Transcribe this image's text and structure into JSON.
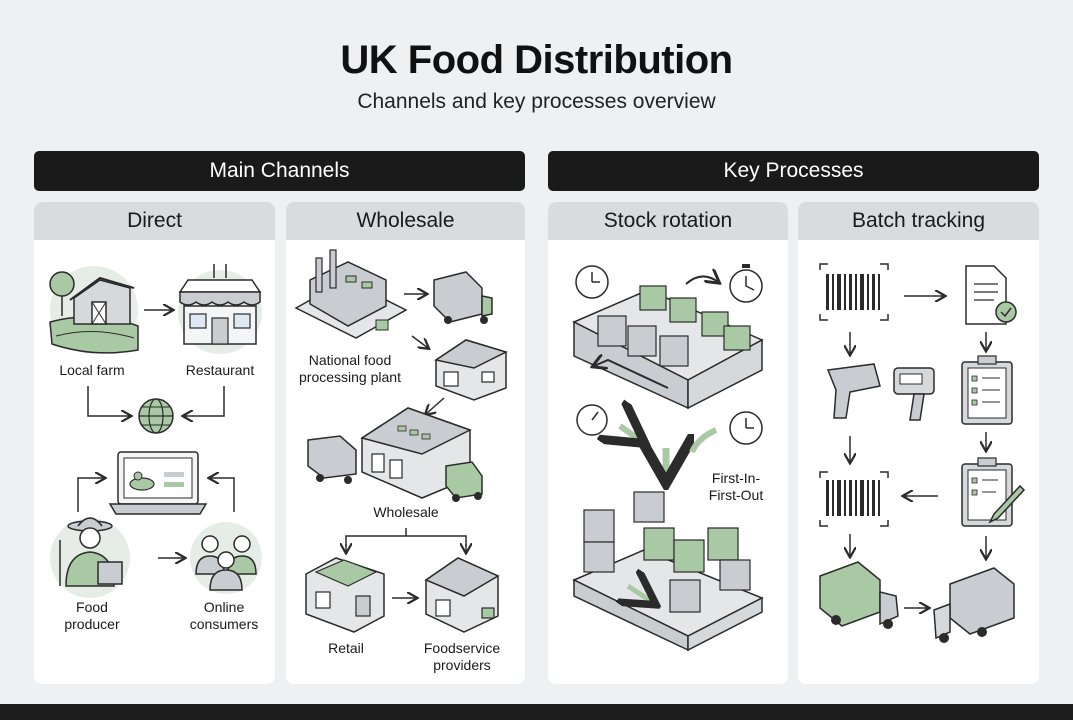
{
  "header": {
    "title": "UK Food Distribution",
    "subtitle": "Channels and key processes overview"
  },
  "sections": {
    "main": "Main Channels",
    "key": "Key Processes"
  },
  "panels": {
    "direct": {
      "title": "Direct",
      "local_farm": "Local farm",
      "restaurant": "Restaurant",
      "food_producer": "Food\nproducer",
      "online_consumers": "Online\nconsumers"
    },
    "wholesale": {
      "title": "Wholesale",
      "plant": "National food\nprocessing plant",
      "wholesale": "Wholesale",
      "retail": "Retail",
      "foodservice": "Foodservice\nproviders"
    },
    "stock": {
      "title": "Stock rotation",
      "fifo": "First-In-\nFirst-Out"
    },
    "batch": {
      "title": "Batch tracking"
    }
  },
  "colors": {
    "accent_green": "#a9c9a4",
    "line": "#2b2b2b",
    "box_grey": "#c9ccd0"
  }
}
